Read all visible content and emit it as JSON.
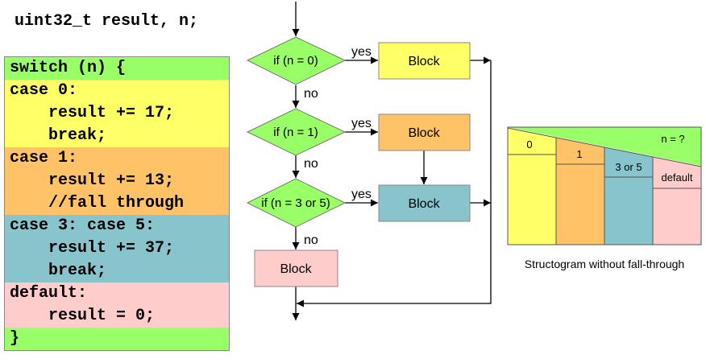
{
  "declaration": "uint32_t result, n;",
  "code": {
    "lines": [
      {
        "text": "switch (n) {",
        "color": "#99ff66"
      },
      {
        "text": "case 0:",
        "color": "#ffff66"
      },
      {
        "text": "    result += 17;",
        "color": "#ffff66"
      },
      {
        "text": "    break;",
        "color": "#ffff66"
      },
      {
        "text": "case 1:",
        "color": "#ffc266"
      },
      {
        "text": "    result += 13;",
        "color": "#ffc266"
      },
      {
        "text": "    //fall through",
        "color": "#ffc266"
      },
      {
        "text": "case 3: case 5:",
        "color": "#88c4cc"
      },
      {
        "text": "    result += 37;",
        "color": "#88c4cc"
      },
      {
        "text": "    break;",
        "color": "#88c4cc"
      },
      {
        "text": "default:",
        "color": "#ffcccc"
      },
      {
        "text": "    result = 0;",
        "color": "#ffcccc"
      },
      {
        "text": "}",
        "color": "#99ff66"
      }
    ]
  },
  "flowchart": {
    "conditions": [
      "if (n = 0)",
      "if (n = 1)",
      "if (n = 3 or 5)"
    ],
    "yes_label": "yes",
    "no_label": "no",
    "block_label": "Block",
    "colors": {
      "decision": "#99ff66",
      "block_0": "#ffff66",
      "block_1": "#ffc266",
      "block_3_5": "#88c4cc",
      "block_default": "#ffcccc"
    }
  },
  "structogram": {
    "question": "n = ?",
    "cases": [
      "0",
      "1",
      "3 or 5",
      "default"
    ],
    "caption": "Structogram without fall-through"
  }
}
